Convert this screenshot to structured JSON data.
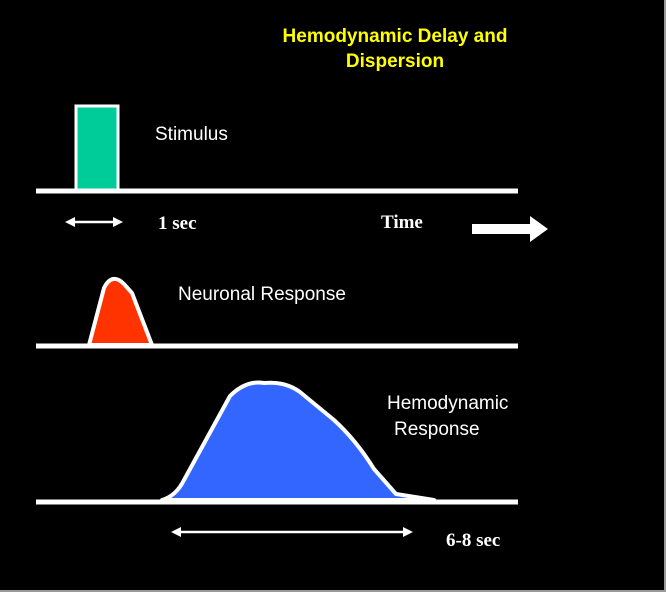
{
  "title_line1": "Hemodynamic Delay and",
  "title_line2": "Dispersion",
  "labels": {
    "stimulus": "Stimulus",
    "one_sec": "1 sec",
    "time": "Time",
    "neuronal": "Neuronal Response",
    "hemo_line1": "Hemodynamic",
    "hemo_line2": "Response",
    "six_eight": "6-8 sec"
  },
  "colors": {
    "background": "#000000",
    "title": "#ffff00",
    "stimulus": "#00cc99",
    "neuronal": "#ff3300",
    "hemodynamic": "#3366ff",
    "lines": "#ffffff"
  }
}
